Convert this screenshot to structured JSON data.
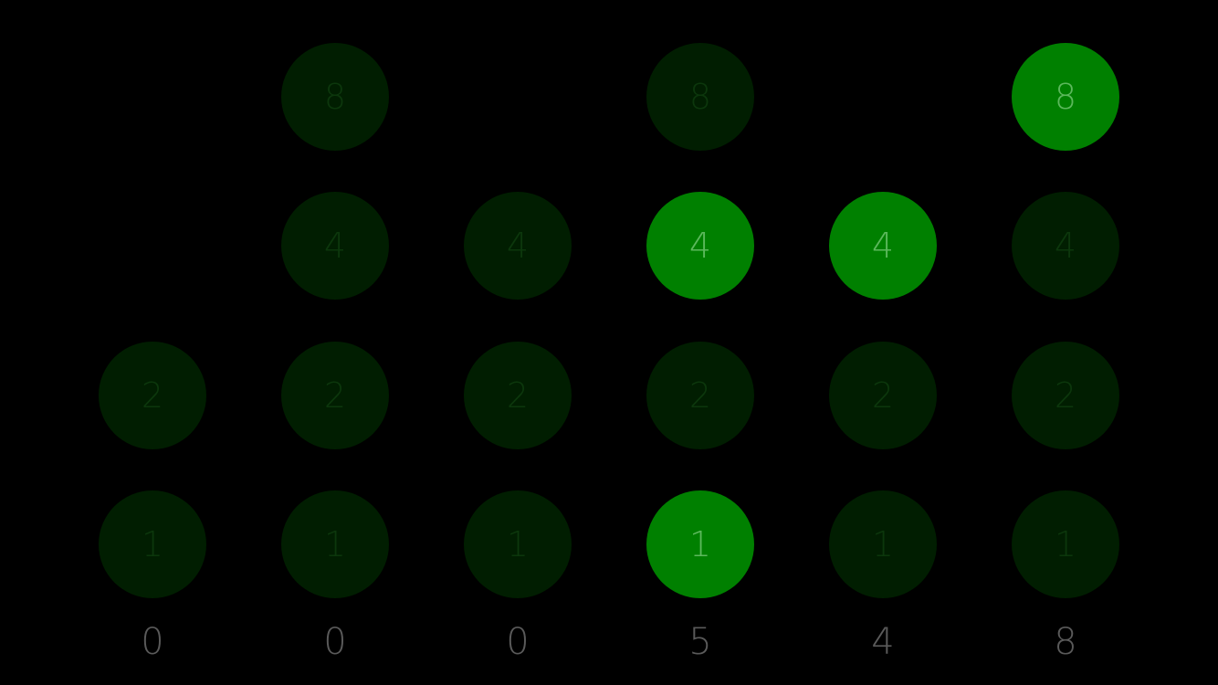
{
  "palette": {
    "background": "#000000",
    "bit_off_fill": "#011e01",
    "bit_off_text": "#0c370c",
    "bit_on_fill": "#008000",
    "bit_on_text": "#5cb85c",
    "digit_text": "#5a5a5a"
  },
  "bit_labels": {
    "b8": "8",
    "b4": "4",
    "b2": "2",
    "b1": "1"
  },
  "columns": [
    {
      "digit": "0",
      "bits": {
        "b8": null,
        "b4": null,
        "b2": false,
        "b1": false
      }
    },
    {
      "digit": "0",
      "bits": {
        "b8": false,
        "b4": false,
        "b2": false,
        "b1": false
      }
    },
    {
      "digit": "0",
      "bits": {
        "b8": null,
        "b4": false,
        "b2": false,
        "b1": false
      }
    },
    {
      "digit": "5",
      "bits": {
        "b8": false,
        "b4": true,
        "b2": false,
        "b1": true
      }
    },
    {
      "digit": "4",
      "bits": {
        "b8": null,
        "b4": true,
        "b2": false,
        "b1": false
      }
    },
    {
      "digit": "8",
      "bits": {
        "b8": true,
        "b4": false,
        "b2": false,
        "b1": false
      }
    }
  ]
}
